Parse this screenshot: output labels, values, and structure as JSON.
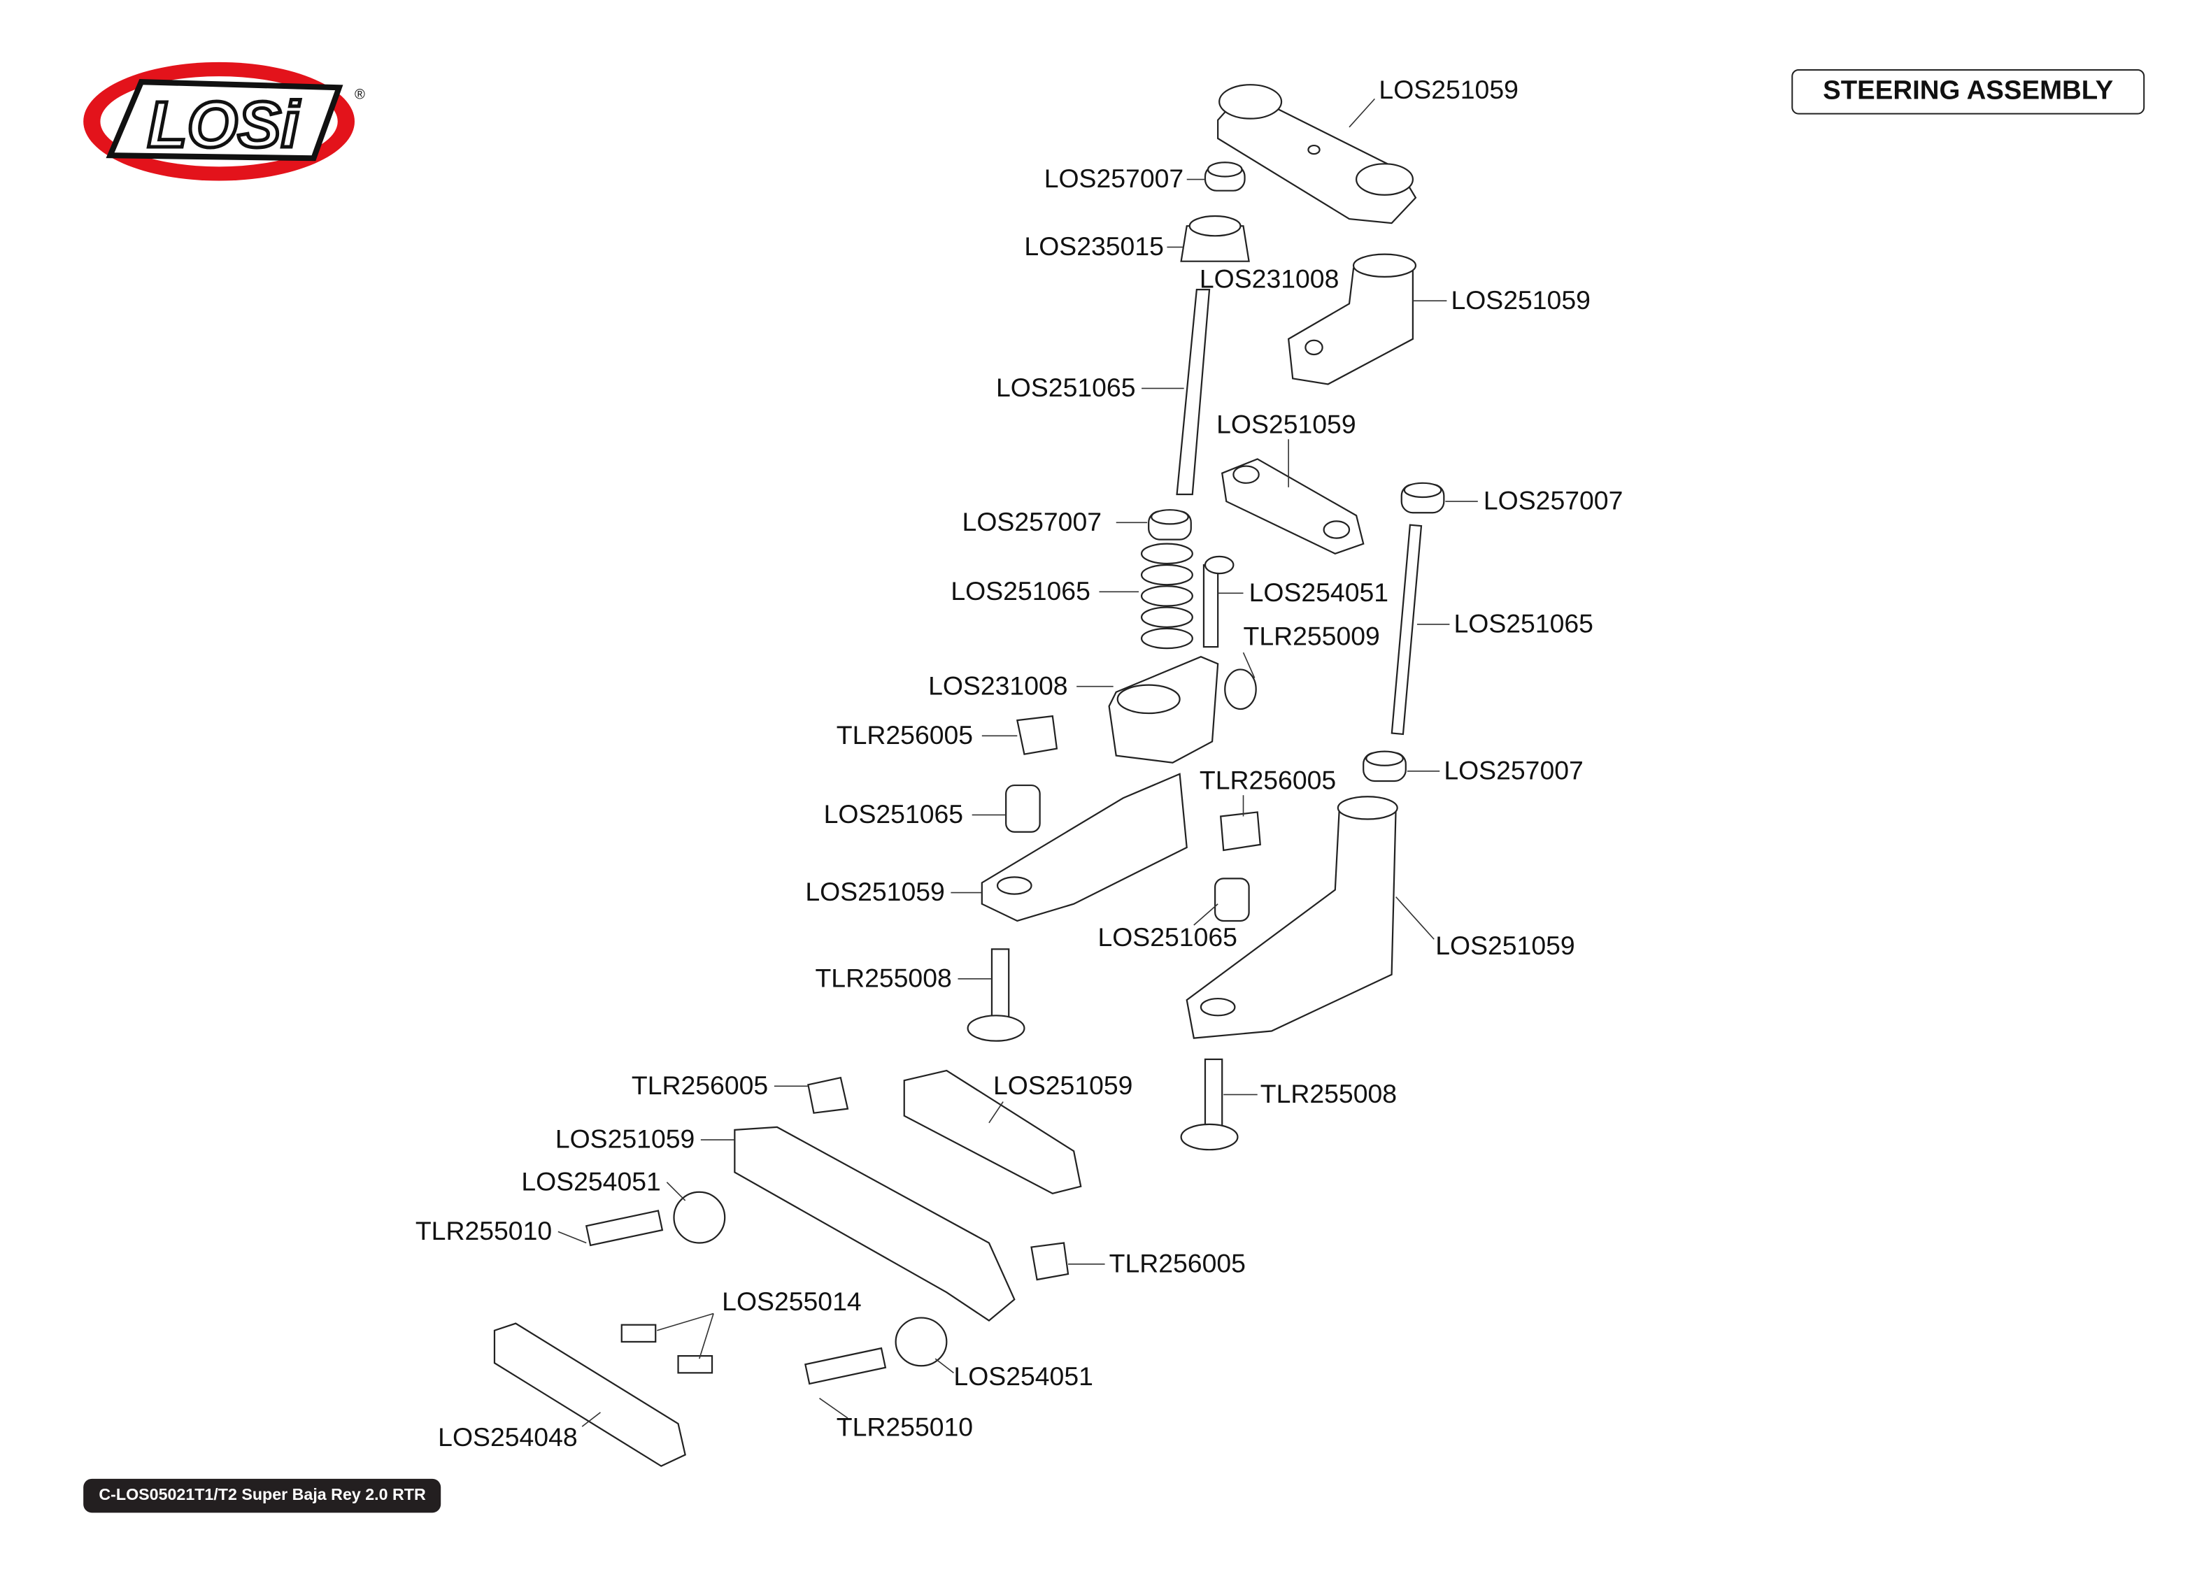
{
  "logo": {
    "text": "LOSi",
    "registered_mark": "®",
    "brand_color": "#e3131b"
  },
  "title": "STEERING ASSEMBLY",
  "footer": "C-LOS05021T1/T2 Super Baja Rey 2.0 RTR",
  "labels": [
    {
      "text": "LOS251059"
    },
    {
      "text": "LOS257007"
    },
    {
      "text": "LOS235015"
    },
    {
      "text": "LOS231008"
    },
    {
      "text": "LOS251059"
    },
    {
      "text": "LOS251065"
    },
    {
      "text": "LOS251059"
    },
    {
      "text": "LOS257007"
    },
    {
      "text": "LOS257007"
    },
    {
      "text": "LOS251065"
    },
    {
      "text": "LOS254051"
    },
    {
      "text": "LOS251065"
    },
    {
      "text": "TLR255009"
    },
    {
      "text": "LOS231008"
    },
    {
      "text": "TLR256005"
    },
    {
      "text": "LOS257007"
    },
    {
      "text": "TLR256005"
    },
    {
      "text": "LOS251065"
    },
    {
      "text": "LOS251059"
    },
    {
      "text": "LOS251065"
    },
    {
      "text": "LOS251059"
    },
    {
      "text": "TLR255008"
    },
    {
      "text": "TLR256005"
    },
    {
      "text": "LOS251059"
    },
    {
      "text": "TLR255008"
    },
    {
      "text": "LOS251059"
    },
    {
      "text": "LOS254051"
    },
    {
      "text": "TLR255010"
    },
    {
      "text": "TLR256005"
    },
    {
      "text": "LOS255014"
    },
    {
      "text": "LOS254051"
    },
    {
      "text": "TLR255010"
    },
    {
      "text": "LOS254048"
    }
  ]
}
